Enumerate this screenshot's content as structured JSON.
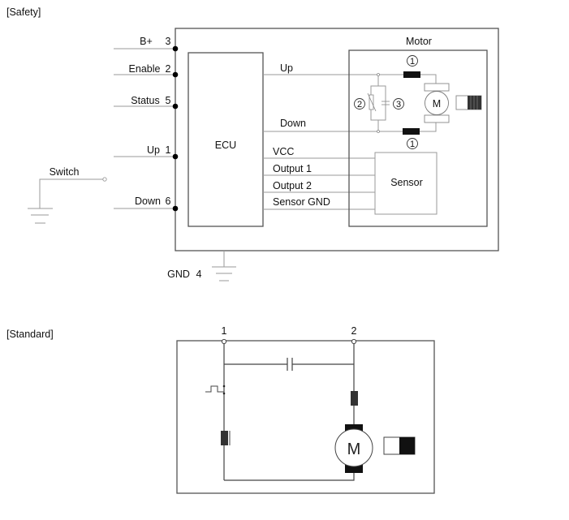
{
  "sections": {
    "safety": {
      "title": "[Safety]",
      "pins": [
        {
          "name": "B+",
          "number": "3"
        },
        {
          "name": "Enable",
          "number": "2"
        },
        {
          "name": "Status",
          "number": "5"
        },
        {
          "name": "Up",
          "number": "1"
        },
        {
          "name": "Down",
          "number": "6"
        }
      ],
      "ground_label": "GND",
      "ground_number": "4",
      "switch_label": "Switch",
      "ecu_label": "ECU",
      "motor_label": "Motor",
      "motor_symbol": "M",
      "sensor_label": "Sensor",
      "ecu_outputs": {
        "up": "Up",
        "down": "Down",
        "vcc": "VCC",
        "output1": "Output 1",
        "output2": "Output 2",
        "sensor_gnd": "Sensor GND"
      },
      "callouts": {
        "choke_top": "1",
        "choke_bottom": "1",
        "varistor": "2",
        "capacitor": "3"
      }
    },
    "standard": {
      "title": "[Standard]",
      "terminal_1": "1",
      "terminal_2": "2",
      "motor_symbol": "M"
    }
  }
}
